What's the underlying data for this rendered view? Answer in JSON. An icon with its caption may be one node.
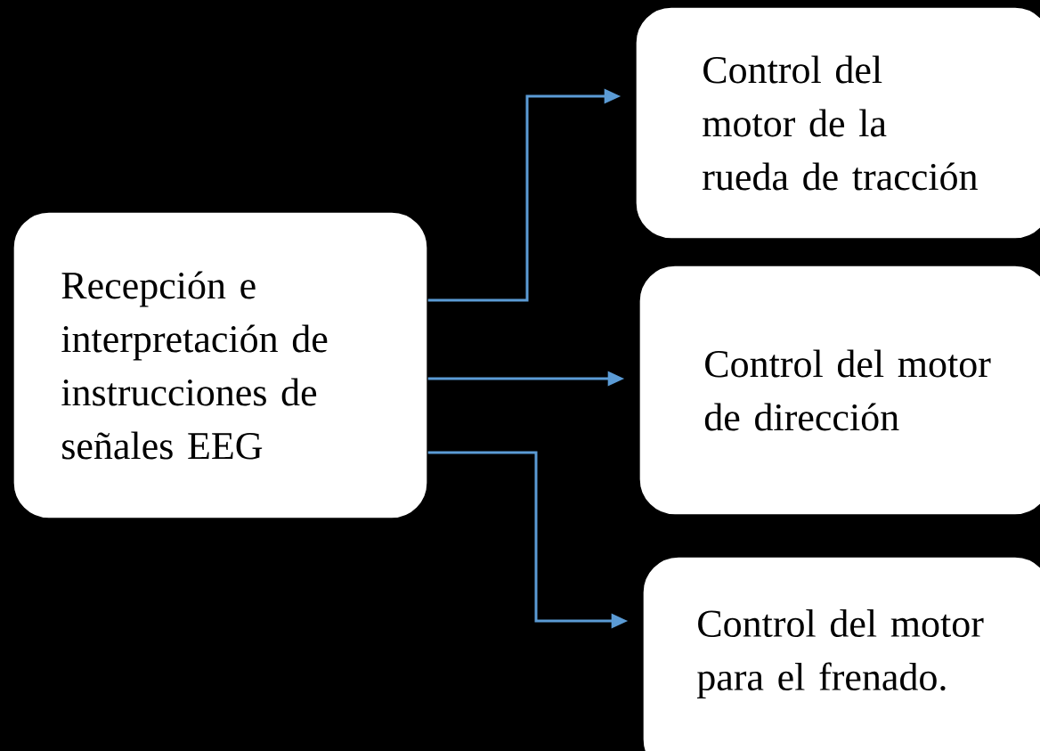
{
  "diagram": {
    "nodes": [
      {
        "text": [
          "Recepción e interpretación de instrucciones de señales EEG"
        ]
      },
      {
        "text": [
          "Control del motor de la rueda de tracción"
        ]
      },
      {
        "text": [
          "Control del motor de dirección"
        ]
      },
      {
        "text": [
          "Control del motor para el frenado."
        ]
      }
    ],
    "edges": [
      {
        "from": 0,
        "to": 1,
        "arrow": "to"
      },
      {
        "from": 0,
        "to": 2,
        "arrow": "to"
      },
      {
        "from": 0,
        "to": 3,
        "arrow": "to"
      }
    ]
  }
}
